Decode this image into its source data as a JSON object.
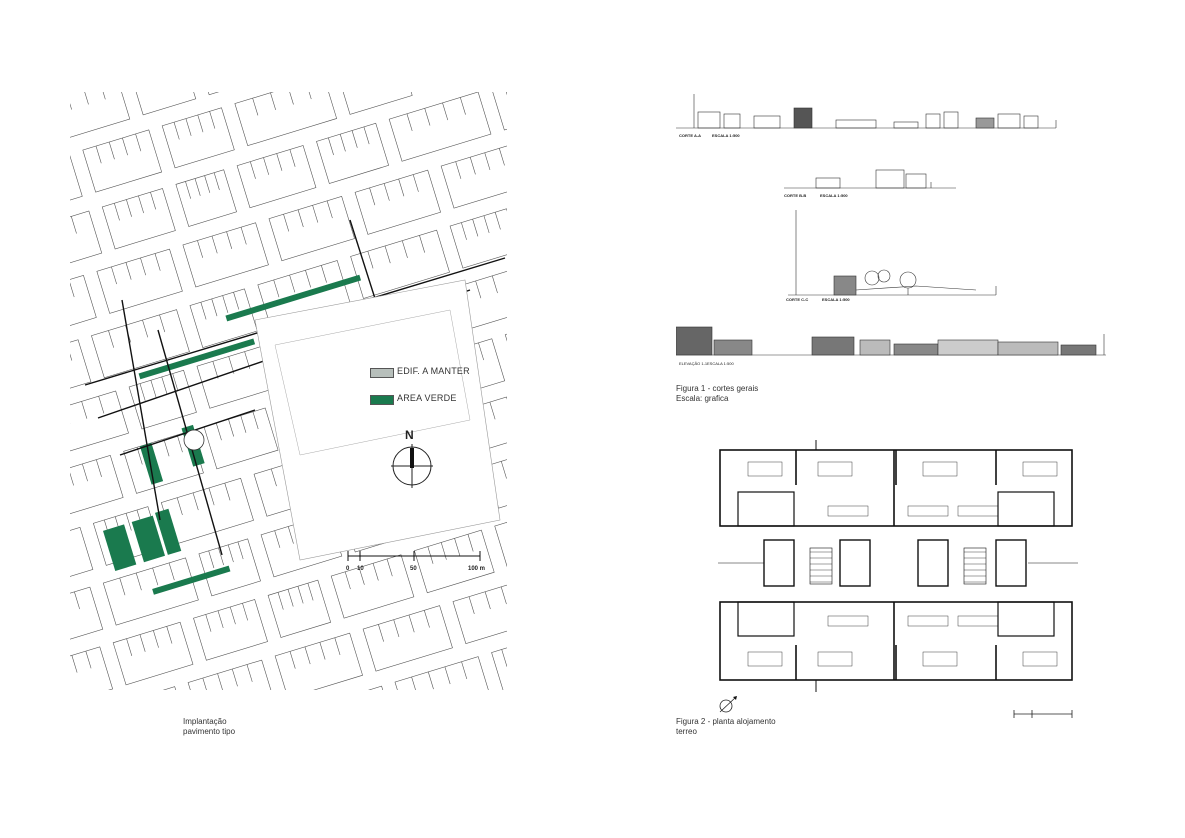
{
  "site_plan": {
    "legend": {
      "keep_label": "EDIF. A MANTER",
      "green_label": "AREA VERDE",
      "keep_color": "#b7bfbb",
      "green_color": "#1a7a4e"
    },
    "north_label": "N",
    "scale_labels": [
      "0",
      "10",
      "50",
      "100 m"
    ],
    "caption_line1": "Implantação",
    "caption_line2": "pavimento tipo"
  },
  "sections": {
    "aa_label": "CORTE A-A",
    "aa_scale": "ESCALA 1:500",
    "bb_label": "CORTE B-B",
    "bb_scale": "ESCALA 1:500",
    "cc_label": "CORTE C-C",
    "cc_scale": "ESCALA 1:500",
    "elev_label": "ELEVAÇÃO 1-1",
    "elev_scale": "ESCALA 1:500",
    "fig1_line1": "Figura 1 - cortes gerais",
    "fig1_line2": "Escala: grafica"
  },
  "floor_plan": {
    "fig2_line1": "Figura 2 - planta alojamento",
    "fig2_line2": "terreo"
  },
  "colors": {
    "line": "#444444",
    "green": "#1a7a4e",
    "gray": "#b7bfbb"
  }
}
